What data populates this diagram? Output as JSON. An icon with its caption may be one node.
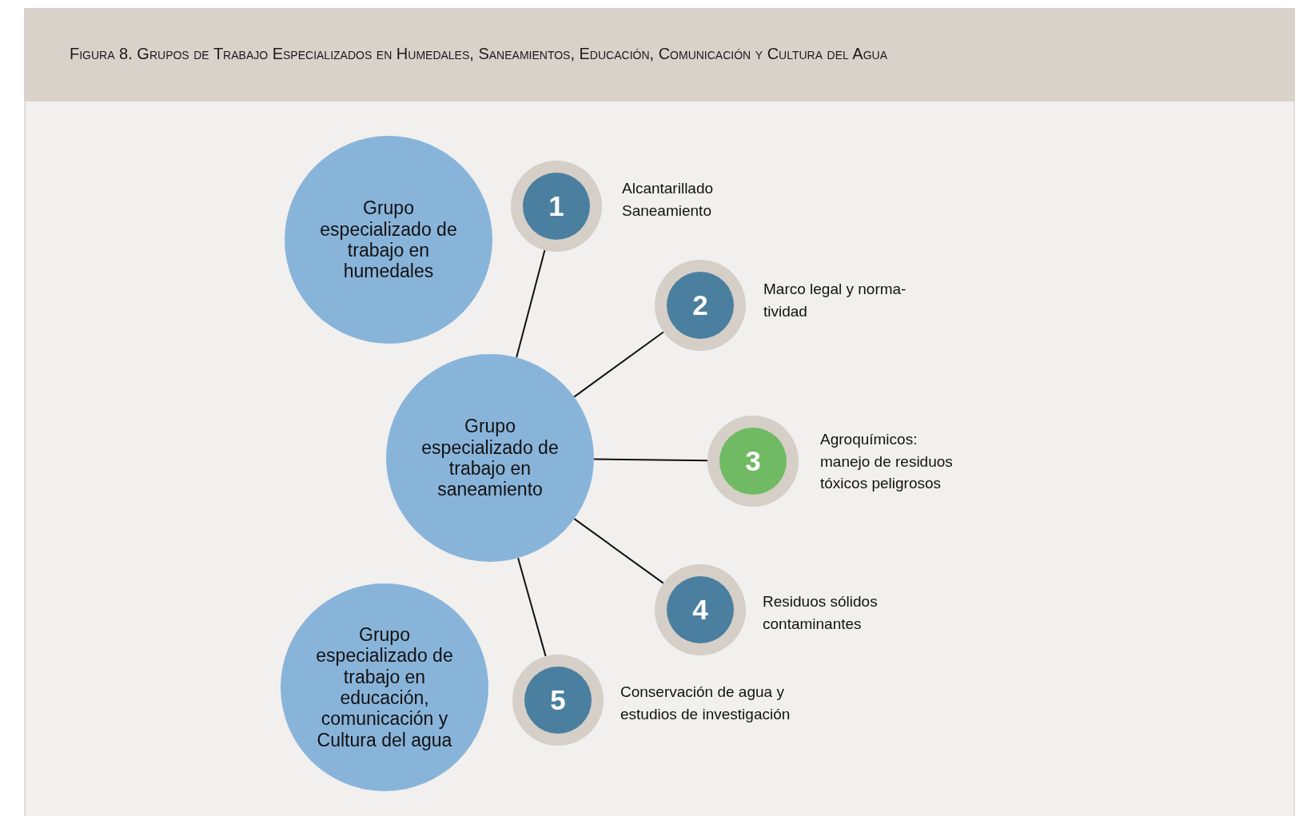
{
  "diagram": {
    "title": "Figura 8. Grupos de Trabajo Especializados en Humedales, Saneamientos, Educación, Comunicación y Cultura del Agua",
    "nodes": [
      {
        "text": [
          "Grupo especializado de trabajo en humedales"
        ]
      },
      {
        "text": [
          "1"
        ],
        "beside": [
          "Alcantarillado Saneamiento"
        ]
      },
      {
        "text": [
          "2"
        ],
        "beside": [
          "Marco legal y norma- tividad"
        ]
      },
      {
        "text": [
          "Grupo especializado de trabajo en saneamiento"
        ]
      },
      {
        "text": [
          "3"
        ],
        "beside": [
          "Agroquímicos: manejo de residuos tóxicos peligrosos"
        ]
      },
      {
        "text": [
          "4"
        ],
        "beside": [
          "Residuos sólidos contaminantes"
        ]
      },
      {
        "text": [
          "Grupo especializado de trabajo en educación, comunicación y Cultura del agua"
        ]
      },
      {
        "text": [
          "5"
        ],
        "beside": [
          "Conservación de agua y estudios de investigación"
        ]
      }
    ],
    "edges": [
      {
        "from": 3,
        "to": 1,
        "arrow": "none"
      },
      {
        "from": 3,
        "to": 2,
        "arrow": "none"
      },
      {
        "from": 3,
        "to": 4,
        "arrow": "none"
      },
      {
        "from": 3,
        "to": 5,
        "arrow": "none"
      },
      {
        "from": 3,
        "to": 7,
        "arrow": "none"
      }
    ]
  }
}
